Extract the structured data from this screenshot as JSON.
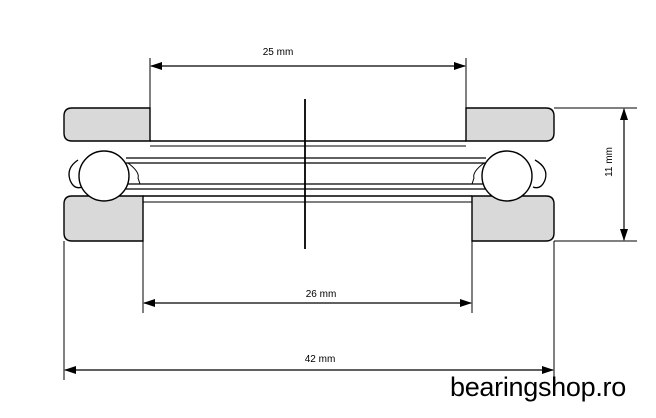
{
  "dimensions": {
    "shaft_washer_bore": "25 mm",
    "housing_washer_bore": "26 mm",
    "outside_diameter": "42 mm",
    "height": "11 mm"
  },
  "watermark": "bearingshop.ro",
  "colors": {
    "washer_fill": "#d9d9d9",
    "ball_fill": "#ffffff",
    "line": "#000000"
  }
}
